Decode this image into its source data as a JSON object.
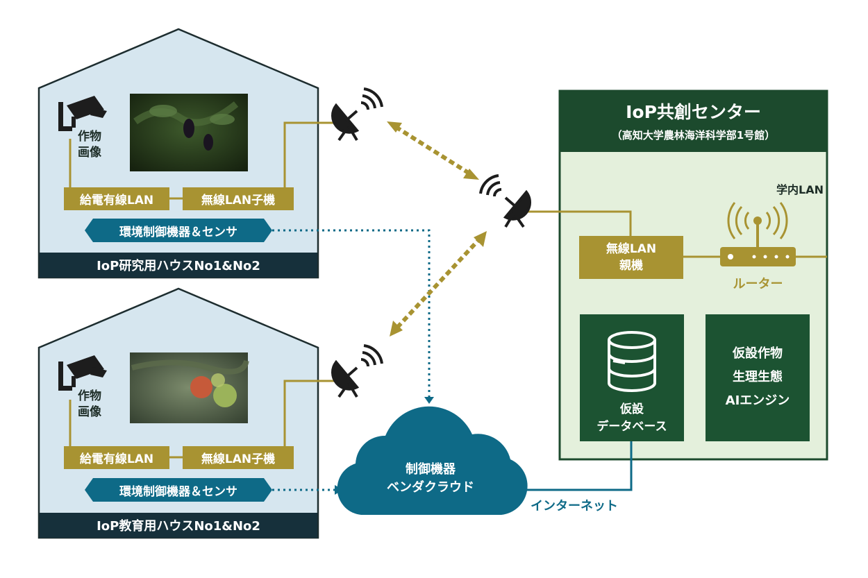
{
  "house1": {
    "footer": "IoP研究用ハウスNo1&No2",
    "crop_label_1": "作物",
    "crop_label_2": "画像",
    "wired_lan": "給電有線LAN",
    "wireless_child": "無線LAN子機",
    "env_control": "環境制御機器＆センサ"
  },
  "house2": {
    "footer": "IoP教育用ハウスNo1&No2",
    "crop_label_1": "作物",
    "crop_label_2": "画像",
    "wired_lan": "給電有線LAN",
    "wireless_child": "無線LAN子機",
    "env_control": "環境制御機器＆センサ"
  },
  "center": {
    "title": "IoP共創センター",
    "subtitle": "（高知大学農林海洋科学部1号館）",
    "campus_lan": "学内LAN",
    "wireless_parent_1": "無線LAN",
    "wireless_parent_2": "親機",
    "router": "ルーター",
    "db_1": "仮設",
    "db_2": "データベース",
    "ai_1": "仮設作物",
    "ai_2": "生理生態",
    "ai_3": "AIエンジン"
  },
  "cloud": {
    "line_1": "制御機器",
    "line_2": "ベンダクラウド"
  },
  "internet": "インターネット",
  "colors": {
    "gold": "#a89332",
    "teal": "#0e6a87",
    "dark_green": "#1c5332",
    "house_fill": "#d6e6ef",
    "center_fill": "#e4f0dc",
    "footer": "#16303b"
  }
}
